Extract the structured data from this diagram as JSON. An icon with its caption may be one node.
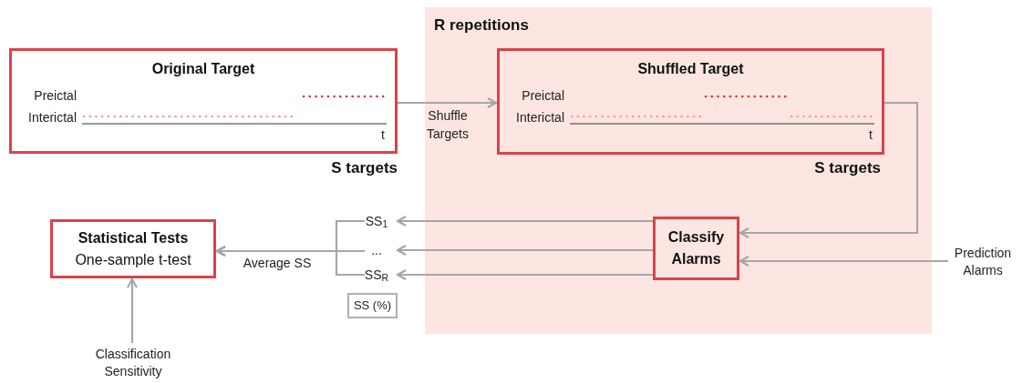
{
  "diagram": {
    "nodes": [
      {
        "text": [
          "R repetitions"
        ]
      },
      {
        "text": [
          "Original Target",
          "Preictal",
          "Interictal",
          "t"
        ],
        "beside": [
          "S targets"
        ]
      },
      {
        "text": [
          "Shuffled Target",
          "Preictal",
          "Interictal",
          "t"
        ],
        "beside": [
          "S targets"
        ],
        "in": 0
      },
      {
        "text": [
          "Classify Alarms"
        ],
        "in": 0
      },
      {
        "text": [
          "SS$_{1}$"
        ]
      },
      {
        "text": [
          "..."
        ]
      },
      {
        "text": [
          "SS$_{R}$"
        ]
      },
      {
        "text": [
          "SS (%)"
        ]
      },
      {
        "text": [
          "Statistical Tests",
          "One-sample t-test"
        ]
      },
      {
        "text": [
          "Prediction Alarms"
        ]
      },
      {
        "text": [
          "Classification Sensitivity"
        ]
      }
    ],
    "edges": [
      {
        "from": 1,
        "to": 2,
        "arrow": "to",
        "label": "Shuffle Targets"
      },
      {
        "from": 2,
        "to": 3,
        "arrow": "to"
      },
      {
        "from": 9,
        "to": 3,
        "arrow": "to"
      },
      {
        "from": 3,
        "to": 4,
        "arrow": "to"
      },
      {
        "from": 3,
        "to": 5,
        "arrow": "to"
      },
      {
        "from": 3,
        "to": 6,
        "arrow": "to"
      },
      {
        "from": 4,
        "to": 8,
        "arrow": "to",
        "label": "Average SS"
      },
      {
        "from": 5,
        "to": 8,
        "arrow": "to"
      },
      {
        "from": 6,
        "to": 8,
        "arrow": "to"
      },
      {
        "from": 10,
        "to": 8,
        "arrow": "to"
      }
    ]
  }
}
